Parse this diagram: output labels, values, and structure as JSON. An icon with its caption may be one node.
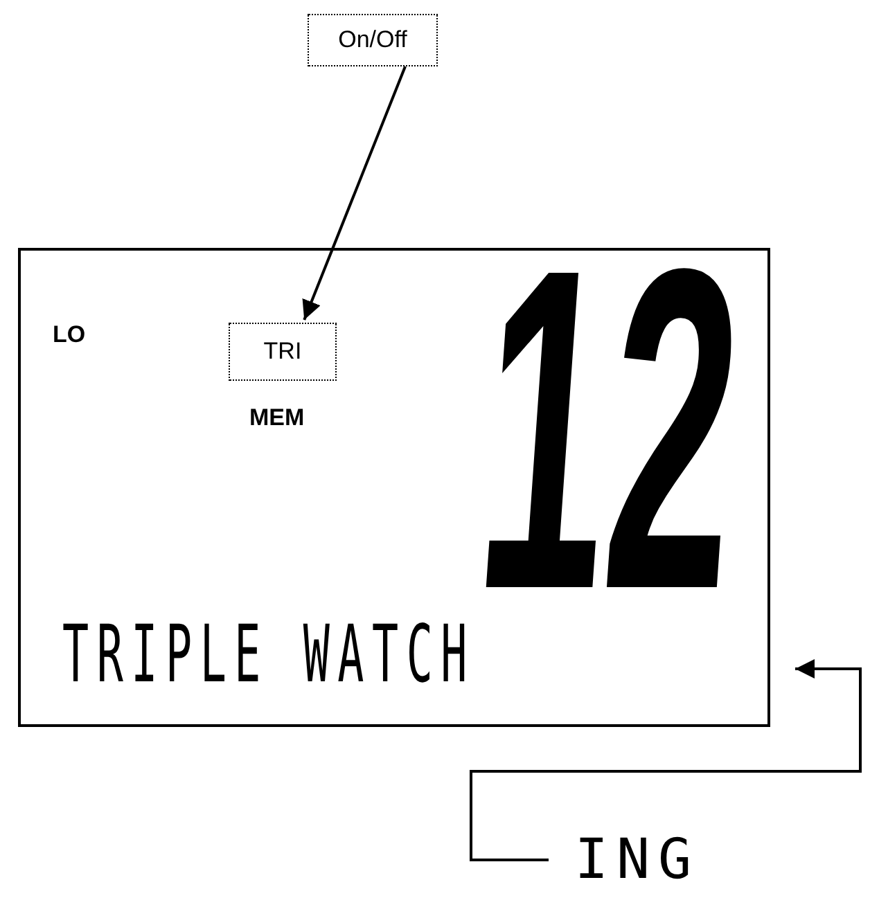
{
  "diagram": {
    "nodes": [
      {
        "text": [
          "On/Off"
        ]
      },
      {
        "text": [],
        "shape": "box"
      },
      {
        "text": [
          "TRI"
        ],
        "in": 1
      },
      {
        "text": [
          "ING"
        ]
      }
    ],
    "edges": [
      {
        "from": 0,
        "to": 2,
        "arrow": "to"
      },
      {
        "from": 3,
        "to": 1,
        "arrow": "to"
      }
    ],
    "labels": [
      "LO",
      "MEM",
      "12",
      "TRIPLE WATCH"
    ]
  }
}
